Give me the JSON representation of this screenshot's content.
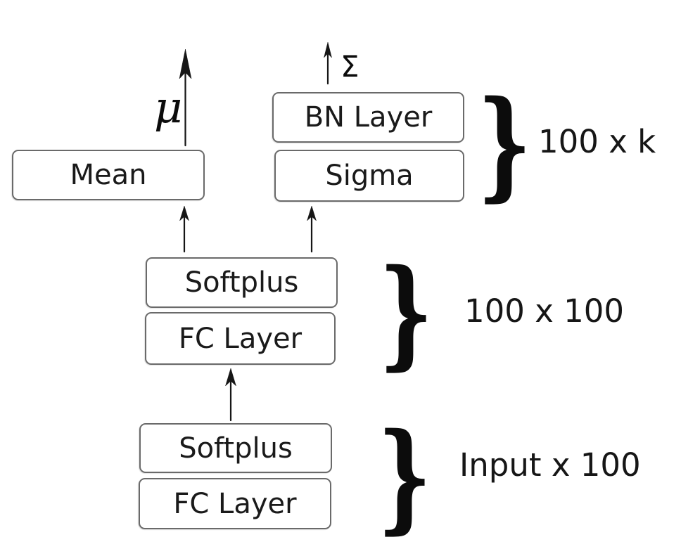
{
  "boxes": {
    "mean": "Mean",
    "bn": "BN Layer",
    "sigma": "Sigma",
    "softplus_mid": "Softplus",
    "fc_mid": "FC Layer",
    "softplus_bottom": "Softplus",
    "fc_bottom": "FC Layer"
  },
  "symbols": {
    "mu": "μ",
    "sigma": "Σ",
    "brace": "}"
  },
  "group_labels": {
    "top": "100 x k",
    "middle": "100 x 100",
    "bottom": "Input x 100"
  },
  "colors": {
    "background": "#ffffff",
    "box_border": "#6a6a6a",
    "text": "#1a1a1a",
    "arrow": "#161616"
  }
}
